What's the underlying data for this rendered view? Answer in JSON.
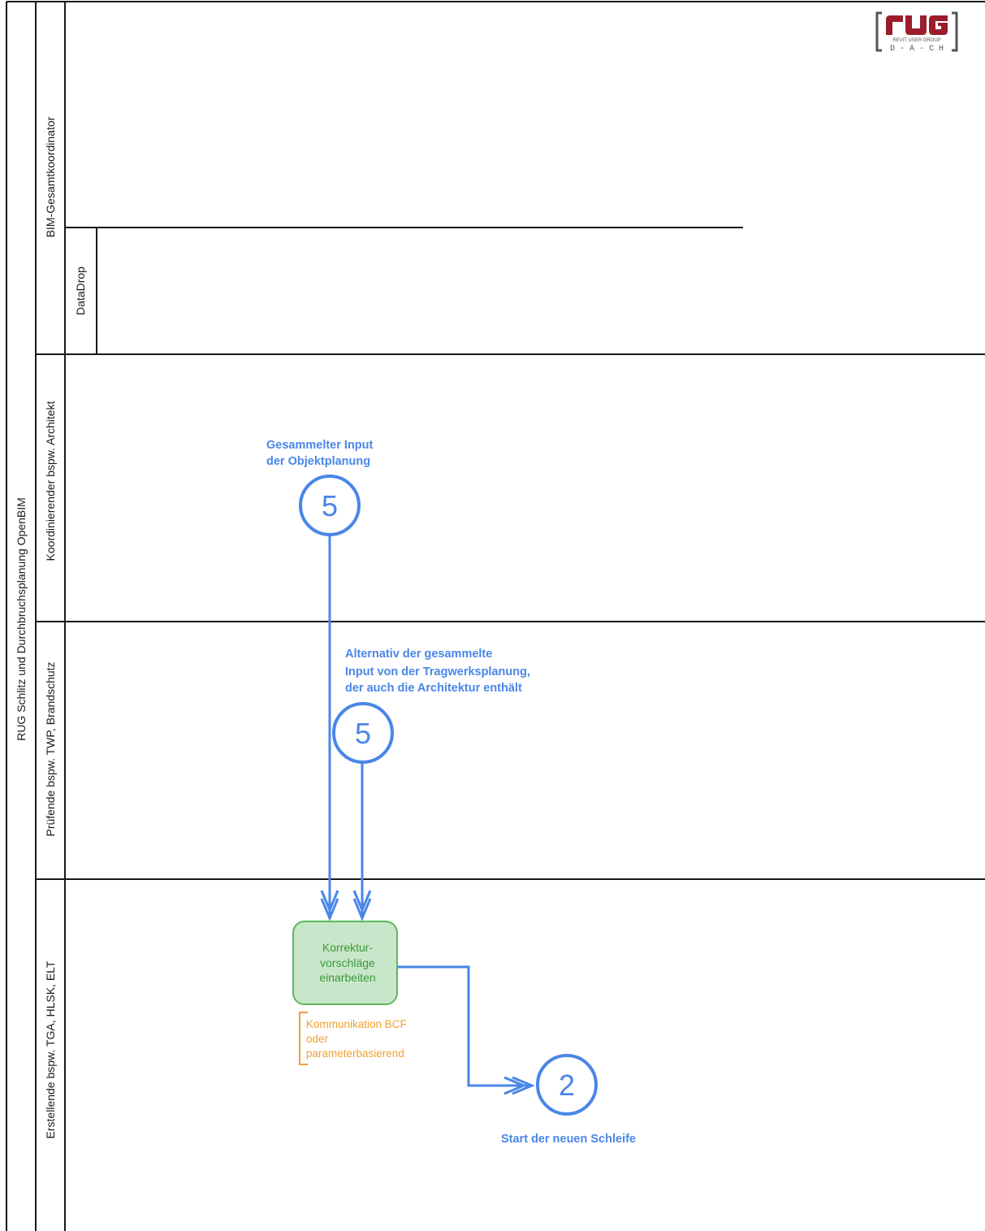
{
  "pool": {
    "title": "RUG Schlitz und Durchbruchsplanung OpenBIM"
  },
  "lanes": [
    {
      "label": "BIM-Gesamtkoordinator",
      "sublane": "DataDrop"
    },
    {
      "label": "Koordinierender bspw. Architekt"
    },
    {
      "label": "Prüfende bspw. TWP, Brandschutz"
    },
    {
      "label": "Erstellende bspw. TGA, HLSK, ELT"
    }
  ],
  "logo": {
    "text": "RUG",
    "subtitle": "REVIT USER GROUP",
    "region": "D - A - C H"
  },
  "events": {
    "input_objektplanung": {
      "number": "5",
      "label_line1": "Gesammelter Input",
      "label_line2": "der Objektplanung"
    },
    "input_tragwerk": {
      "number": "5",
      "label_line1": "Alternativ der gesammelte",
      "label_line2": "Input von der Tragwerksplanung,",
      "label_line3": "der auch die Architektur enthält"
    },
    "start_loop": {
      "number": "2",
      "label": "Start der neuen Schleife"
    }
  },
  "task": {
    "line1": "Korrektur-",
    "line2": "vorschläge",
    "line3": "einarbeiten"
  },
  "annotation": {
    "line1": "Kommunikation BCF",
    "line2": "oder",
    "line3": "parameterbasierend"
  },
  "colors": {
    "flow": "#4a86e8",
    "task_fill": "#c8e6c9",
    "task_stroke": "#5cb85c",
    "annotation": "#f0a030",
    "logo_red": "#9b1c2c"
  }
}
